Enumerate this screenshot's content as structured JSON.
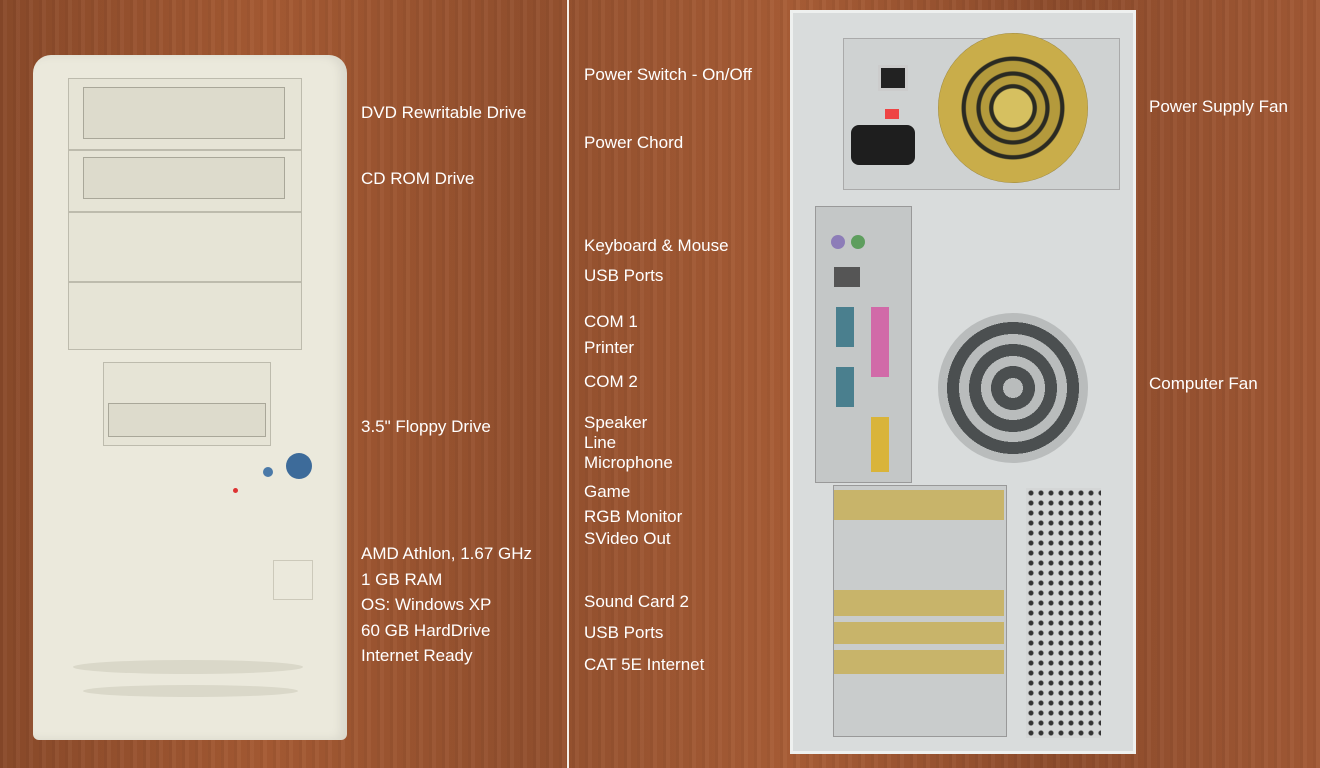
{
  "front_labels": {
    "dvd": "DVD Rewritable Drive",
    "cdrom": "CD ROM Drive",
    "floppy": "3.5\" Floppy Drive",
    "specs": [
      "AMD Athlon, 1.67 GHz",
      "1 GB RAM",
      "OS: Windows XP",
      "60 GB HardDrive",
      "Internet Ready"
    ]
  },
  "back_labels": {
    "power_switch": "Power Switch - On/Off",
    "power_cord": "Power Chord",
    "keyboard_mouse": "Keyboard & Mouse",
    "usb_ports_1": "USB Ports",
    "com1": "COM 1",
    "printer": "Printer",
    "com2": "COM 2",
    "speaker": "Speaker",
    "line": "Line",
    "microphone": "Microphone",
    "game": "Game",
    "rgb_monitor": "RGB Monitor",
    "svideo": "SVideo Out",
    "sound_card": "Sound Card 2",
    "usb_ports_2": "USB Ports",
    "cat5e": "CAT 5E Internet",
    "psu_fan": "Power Supply Fan",
    "computer_fan": "Computer Fan"
  }
}
